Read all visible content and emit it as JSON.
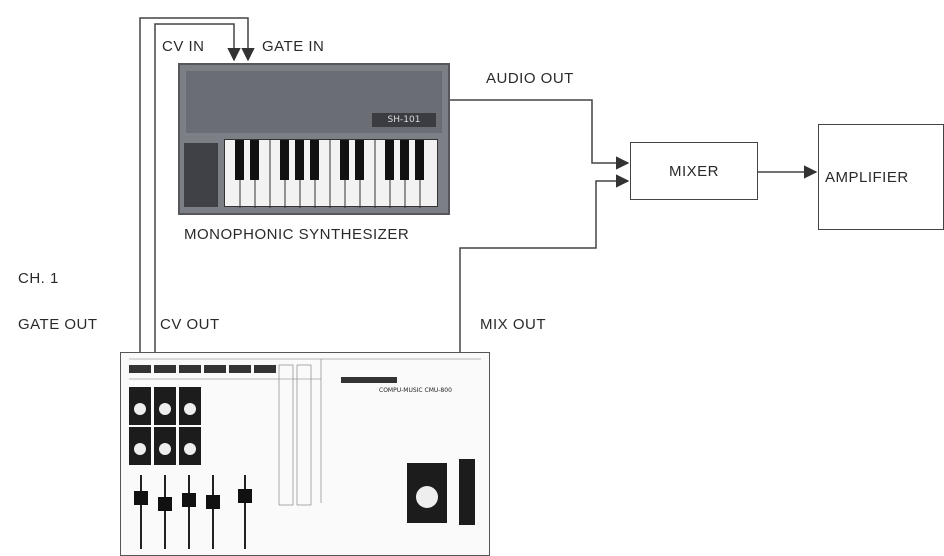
{
  "labels": {
    "cv_in": "CV IN",
    "gate_in": "GATE IN",
    "audio_out": "AUDIO OUT",
    "mixer": "MIXER",
    "amplifier": "AMPLIFIER",
    "monophonic_synthesizer": "MONOPHONIC SYNTHESIZER",
    "channel": "CH. 1",
    "gate_out": "GATE OUT",
    "cv_out": "CV OUT",
    "mix_out": "MIX OUT"
  },
  "synth": {
    "model_badge": "SH-101"
  },
  "sequencer": {
    "title": "COMPU-MUSIC CMU-800"
  },
  "colors": {
    "line": "#444444",
    "synth_body": "#7d7f86",
    "synth_dark": "#3f4147"
  }
}
